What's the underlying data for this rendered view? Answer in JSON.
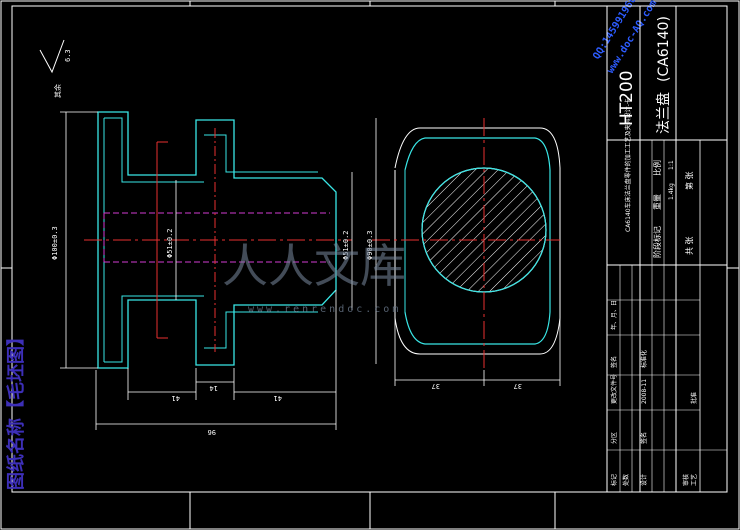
{
  "drawing": {
    "roughness": {
      "symbol_value": "6.3",
      "note": "其余"
    },
    "dimensions": {
      "dia_outer_left": "Φ100±0.3",
      "dia_hole": "Φ51±0.2",
      "dia_mid": "Φ51±0.2",
      "dia_right": "Φ90±0.3",
      "len_41_a": "41",
      "len_14": "14",
      "len_41_b": "41",
      "len_96": "96",
      "len_37_a": "37",
      "len_37_b": "37"
    },
    "watermark": {
      "text": "人人文库",
      "url": "www.renrendoc.com"
    },
    "stamp_lines": [
      "QQ:1459919609",
      "www.doc-AQ.com"
    ],
    "side_label": "图纸名称【毛坯图】"
  },
  "title_block": {
    "material": "HT200",
    "title_main": "法兰盘",
    "title_model": "(CA6140)",
    "title_note": "CA6140车床法兰盘零件的加工工艺及夹具设计-卡",
    "stage_label": "阶段标记",
    "weight_label": "重量",
    "scale_label": "比例",
    "weight_value": "1.4kg",
    "scale_value": "1:1",
    "sheet_total": "共 张",
    "sheet_no": "第 张",
    "rev_headers": [
      "标记",
      "处数",
      "分区",
      "更改文件号",
      "签名",
      "年、月、日"
    ],
    "design_row": [
      "设计",
      "签名",
      "2008-11",
      "标准化"
    ],
    "review": "审核",
    "process": "工艺",
    "approve": "批准"
  }
}
